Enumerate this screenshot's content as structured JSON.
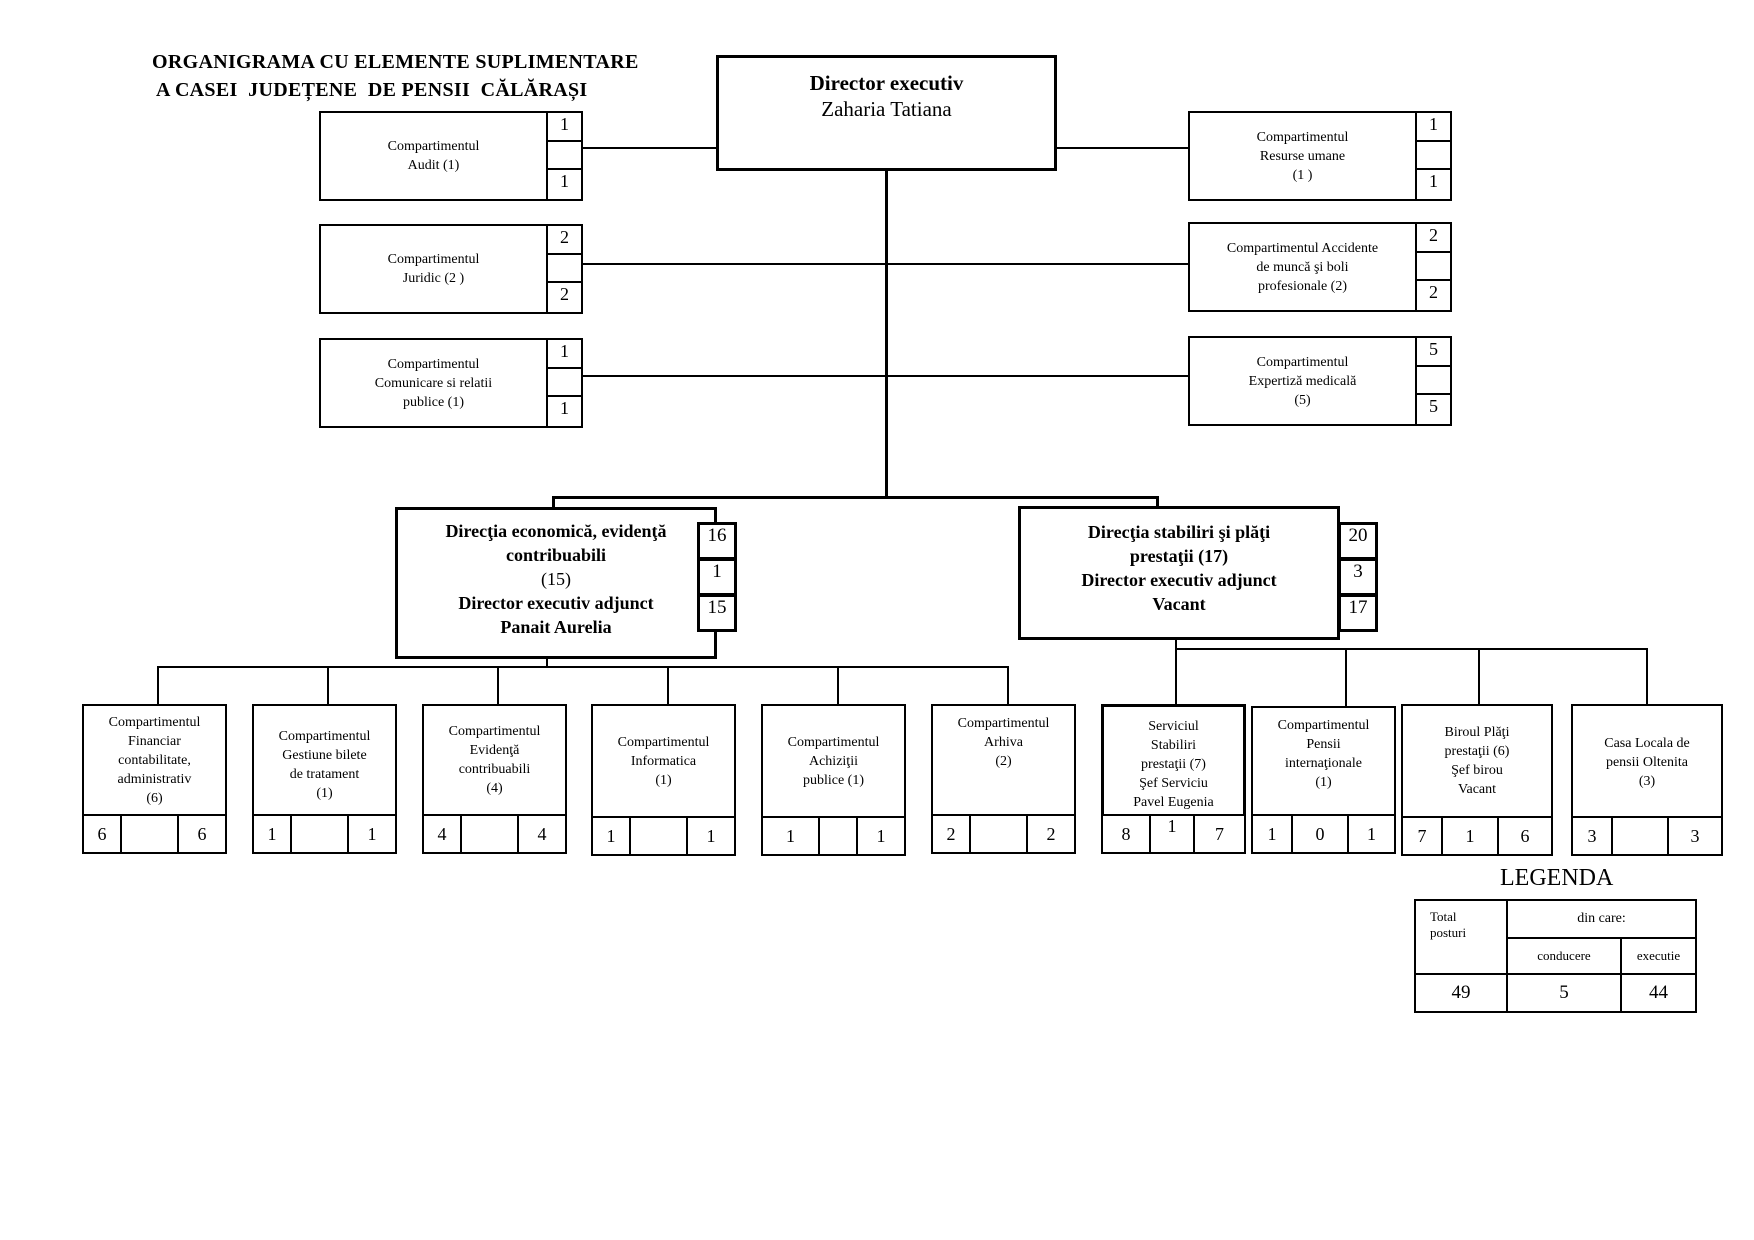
{
  "title": {
    "line1": "ORGANIGRAMA CU ELEMENTE SUPLIMENTARE",
    "line2": "A CASEI  JUDEȚENE  DE PENSII  CĂLĂRAȘI"
  },
  "director": {
    "role": "Director  executiv",
    "name": "Zaharia Tatiana"
  },
  "left_units": [
    {
      "label": "Compartimentul\nAudit  (1)",
      "top": "1",
      "mid": "",
      "bottom": "1"
    },
    {
      "label": "Compartimentul\nJuridic (2 )",
      "top": "2",
      "mid": "",
      "bottom": "2"
    },
    {
      "label": "Compartimentul\nComunicare si  relatii\npublice (1)",
      "top": "1",
      "mid": "",
      "bottom": "1"
    }
  ],
  "right_units": [
    {
      "label": "Compartimentul\nResurse umane\n(1 )",
      "top": "1",
      "mid": "",
      "bottom": "1"
    },
    {
      "label": "Compartimentul  Accidente\nde muncă şi boli\nprofesionale (2)",
      "top": "2",
      "mid": "",
      "bottom": "2"
    },
    {
      "label": "Compartimentul\nExpertiză medicală\n(5)",
      "top": "5",
      "mid": "",
      "bottom": "5"
    }
  ],
  "directions": [
    {
      "line1": "Direcţia economică, evidenţă",
      "line2": "contribuabili",
      "line3": "(15)",
      "line4": "Director executiv adjunct",
      "line5": "Panait  Aurelia",
      "n1": "16",
      "n2": "1",
      "n3": "15"
    },
    {
      "line1": "Direcţia stabiliri şi plăţi",
      "line2": "prestaţii (17)",
      "line3": "",
      "line4": "Director executiv adjunct",
      "line5": "Vacant",
      "n1": "20",
      "n2": "3",
      "n3": "17"
    }
  ],
  "subunits": [
    {
      "label": "Compartimentul\nFinanciar\ncontabilitate,\nadministrativ\n(6)",
      "c1": "6",
      "c2": "",
      "c3": "6"
    },
    {
      "label": "Compartimentul\nGestiune bilete\nde tratament\n(1)",
      "c1": "1",
      "c2": "",
      "c3": "1"
    },
    {
      "label": "Compartimentul\nEvidenţă\ncontribuabili\n(4)",
      "c1": "4",
      "c2": "",
      "c3": "4"
    },
    {
      "label": "Compartimentul\nInformatica\n(1)",
      "c1": "1",
      "c2": "",
      "c3": "1"
    },
    {
      "label": "Compartimentul\nAchiziţii\npublice (1)",
      "c1": "1",
      "c2": "",
      "c3": "1"
    },
    {
      "label": "Compartimentul\nArhiva\n(2)",
      "c1": "2",
      "c2": "",
      "c3": "2"
    },
    {
      "label": "Serviciul\nStabiliri\nprestaţii (7)\nŞef Serviciu\nPavel Eugenia",
      "c1": "8",
      "c2": "1",
      "c3": "7"
    },
    {
      "label": "Compartimentul\nPensii\ninternaţionale\n(1)",
      "c1": "1",
      "c2": "0",
      "c3": "1"
    },
    {
      "label": "Biroul Plăţi\nprestaţii (6)\nŞef birou\nVacant",
      "c1": "7",
      "c2": "1",
      "c3": "6"
    },
    {
      "label": "Casa Locala de\npensii Oltenita\n(3)",
      "c1": "3",
      "c2": "",
      "c3": "3"
    }
  ],
  "legend": {
    "heading": "LEGENDA",
    "total_label": "Total\nposturi",
    "din_care": "din care:",
    "conducere": "conducere",
    "executie": "executie",
    "total": "49",
    "conducere_val": "5",
    "executie_val": "44"
  }
}
